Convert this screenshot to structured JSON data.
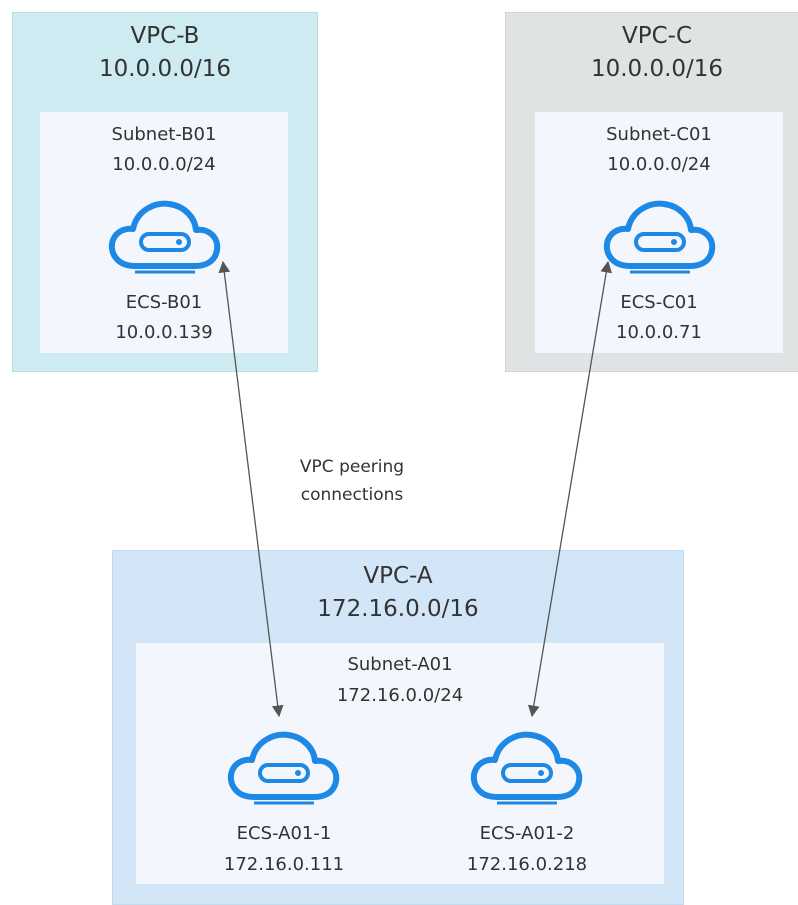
{
  "vpc_b": {
    "name": "VPC-B",
    "cidr": "10.0.0.0/16",
    "subnet": {
      "name": "Subnet-B01",
      "cidr": "10.0.0.0/24"
    },
    "ecs": {
      "name": "ECS-B01",
      "ip": "10.0.0.139",
      "icon": "cloud-server-icon"
    }
  },
  "vpc_c": {
    "name": "VPC-C",
    "cidr": "10.0.0.0/16",
    "subnet": {
      "name": "Subnet-C01",
      "cidr": "10.0.0.0/24"
    },
    "ecs": {
      "name": "ECS-C01",
      "ip": "10.0.0.71",
      "icon": "cloud-server-icon"
    }
  },
  "vpc_a": {
    "name": "VPC-A",
    "cidr": "172.16.0.0/16",
    "subnet": {
      "name": "Subnet-A01",
      "cidr": "172.16.0.0/24"
    },
    "ecs": [
      {
        "name": "ECS-A01-1",
        "ip": "172.16.0.111",
        "icon": "cloud-server-icon"
      },
      {
        "name": "ECS-A01-2",
        "ip": "172.16.0.218",
        "icon": "cloud-server-icon"
      }
    ]
  },
  "peering": {
    "label_line1": "VPC peering",
    "label_line2": "connections"
  },
  "colors": {
    "vpc_b_bg": "#cdebf0",
    "vpc_c_bg": "#e0e3e4",
    "vpc_a_bg": "#d3e6f7",
    "subnet_bg": "#f3f6fd",
    "icon_blue": "#1e88e5",
    "arrow": "#555555"
  }
}
